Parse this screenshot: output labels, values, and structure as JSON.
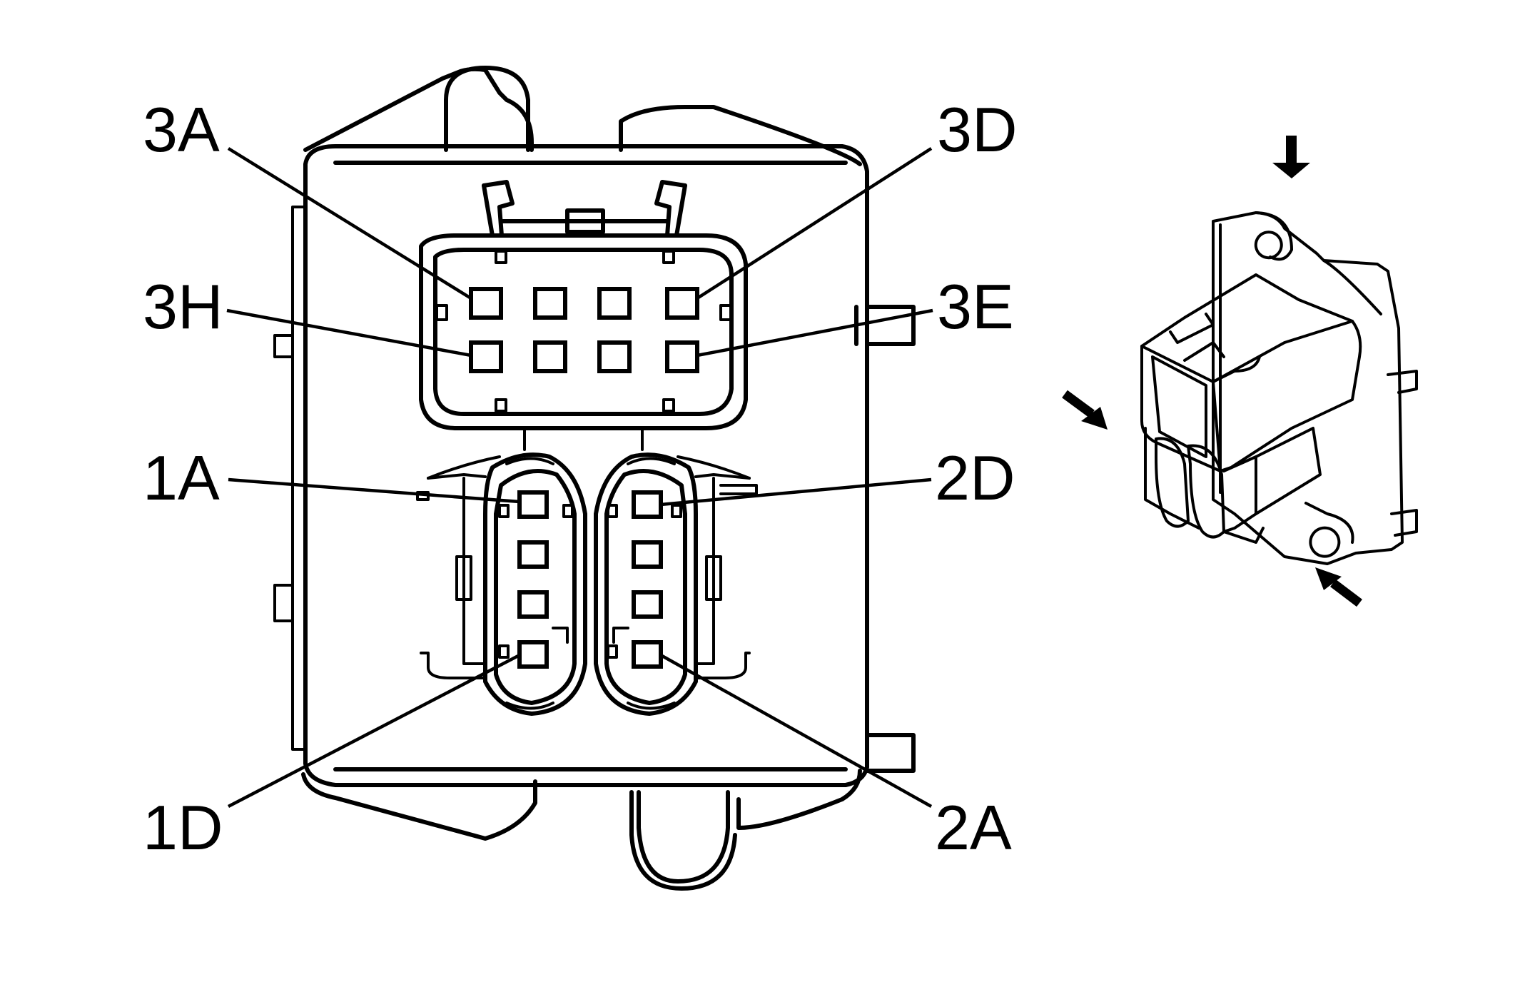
{
  "callouts": {
    "c3A": "3A",
    "c3D": "3D",
    "c3H": "3H",
    "c3E": "3E",
    "c1A": "1A",
    "c2D": "2D",
    "c1D": "1D",
    "c2A": "2A"
  },
  "colors": {
    "ink": "#000000",
    "paper": "#ffffff"
  }
}
